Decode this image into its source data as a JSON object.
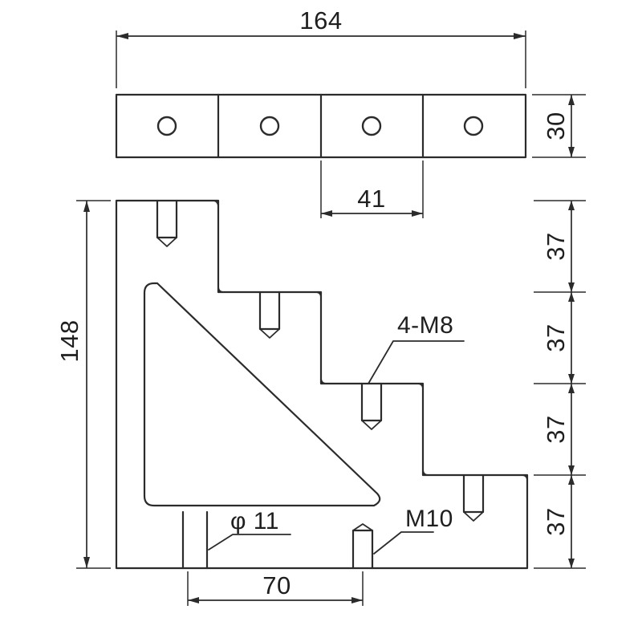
{
  "drawing": {
    "title": "mechanical-part-orthographic-drawing",
    "line_color": "#2b2b2b",
    "background_color": "#ffffff",
    "views": {
      "top_view": {
        "name": "top-view",
        "cells": 4,
        "hole_count": 4,
        "hole_symbol": "o"
      },
      "front_view": {
        "name": "front-view-stepped-bracket",
        "steps": 4
      }
    },
    "dimensions": {
      "overall_width": "164",
      "plate_height": "30",
      "hole_pitch": "41",
      "overall_height": "148",
      "step_1": "37",
      "step_2": "37",
      "step_3": "37",
      "step_4": "37",
      "bottom_width": "70"
    },
    "annotations": {
      "threaded_holes_4_m8": "4-M8",
      "through_hole_dia_11": "φ 11",
      "threaded_hole_m10": "M10"
    }
  }
}
